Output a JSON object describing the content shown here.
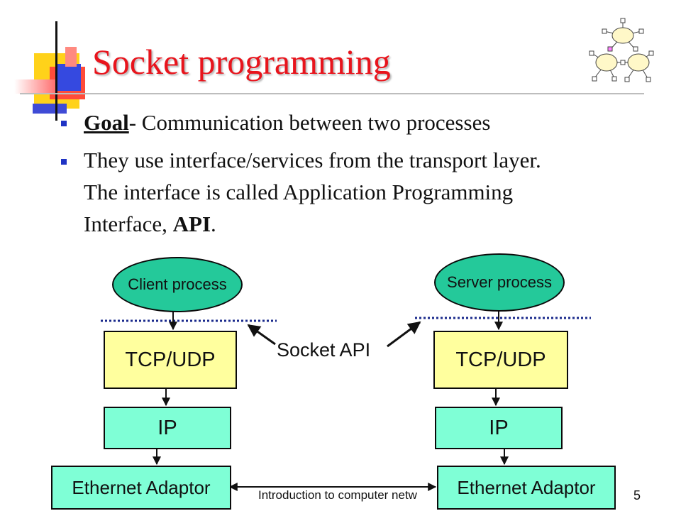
{
  "slide": {
    "title": "Socket programming",
    "page_number": "5",
    "footer": "Introduction to computer netw"
  },
  "bullets": [
    {
      "lead": "Goal",
      "text": "- Communication between two processes"
    },
    {
      "line1": "They use interface/services from the transport layer.",
      "line2": "The interface is called Application Programming",
      "line3_pre": "Interface, ",
      "line3_bold": "API",
      "line3_post": "."
    }
  ],
  "diagram": {
    "client_process": "Client process",
    "server_process": "Server process",
    "socket_api": "Socket API",
    "client_stack": {
      "transport": "TCP/UDP",
      "network": "IP",
      "link": "Ethernet Adaptor"
    },
    "server_stack": {
      "transport": "TCP/UDP",
      "network": "IP",
      "link": "Ethernet Adaptor"
    }
  },
  "colors": {
    "title": "#e8141c",
    "bullet": "#1f33c4",
    "process_fill": "#24c99a",
    "transport_fill": "#ffff9e",
    "lower_layer_fill": "#7fffd6",
    "api_dotted_line": "#1a2a8c"
  },
  "icons": {
    "corner_decoration": "network-cloud-icon"
  }
}
